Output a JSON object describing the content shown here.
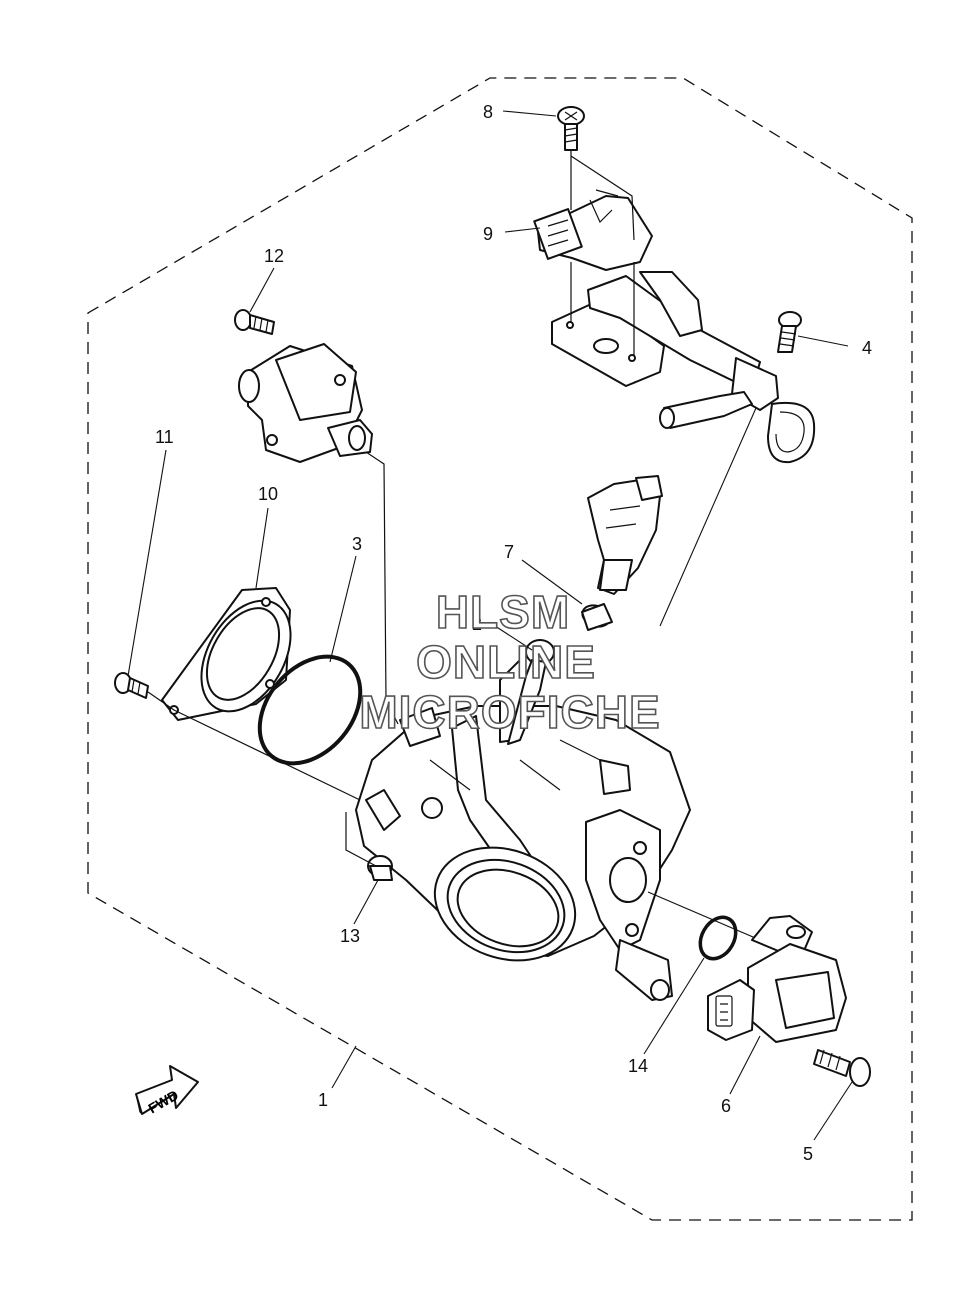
{
  "callouts": {
    "c1": "1",
    "c2": "2",
    "c3": "3",
    "c4": "4",
    "c5": "5",
    "c6": "6",
    "c7": "7",
    "c8": "8",
    "c9": "9",
    "c10": "10",
    "c11": "11",
    "c12": "12",
    "c13": "13",
    "c14": "14"
  },
  "watermark": {
    "line1": "HLSM",
    "line2": "ONLINE",
    "line3": "MICROFICHE"
  },
  "fwd_label": "FWD"
}
